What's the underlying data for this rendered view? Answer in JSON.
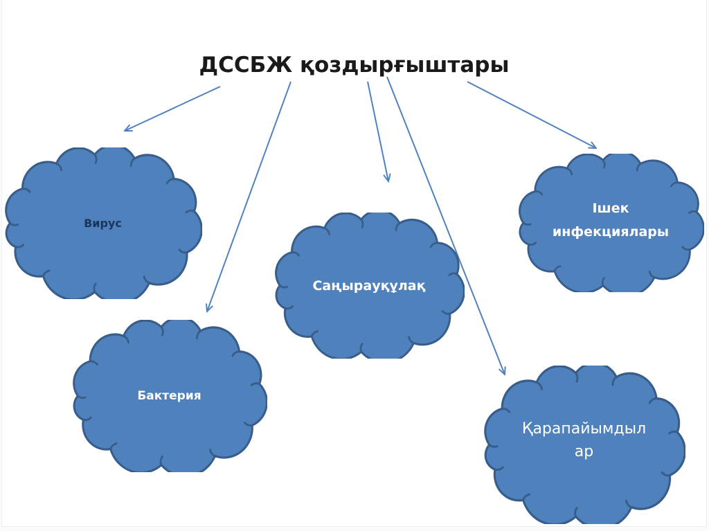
{
  "slide": {
    "title": "ДССБЖ қоздырғыштары"
  },
  "diagram": {
    "nodes": [
      {
        "id": "virus",
        "label": "Вирус",
        "lines": [
          "Вирус"
        ]
      },
      {
        "id": "fungus",
        "label": "Саңырауқұлақ",
        "lines": [
          "Саңырауқұлақ"
        ]
      },
      {
        "id": "intestinal",
        "label": "Ішек инфекциялары",
        "lines": [
          "Ішек",
          "инфекциялары"
        ]
      },
      {
        "id": "bacteria",
        "label": "Бактерия",
        "lines": [
          "Бактерия"
        ]
      },
      {
        "id": "protozoa",
        "label": "Қарапайымдылар",
        "lines": [
          "Қарапайымдыл",
          "ар"
        ]
      }
    ],
    "edges": [
      {
        "from": "title",
        "to": "virus"
      },
      {
        "from": "title",
        "to": "bacteria"
      },
      {
        "from": "title",
        "to": "fungus"
      },
      {
        "from": "title",
        "to": "intestinal"
      },
      {
        "from": "title",
        "to": "protozoa"
      }
    ],
    "colors": {
      "cloud_fill": "#4f81bd",
      "cloud_border": "#385d8a",
      "arrow": "#4f81bd",
      "label_light": "#ffffff",
      "label_dark": "#17375e",
      "title_text": "#1a1a1a"
    }
  }
}
